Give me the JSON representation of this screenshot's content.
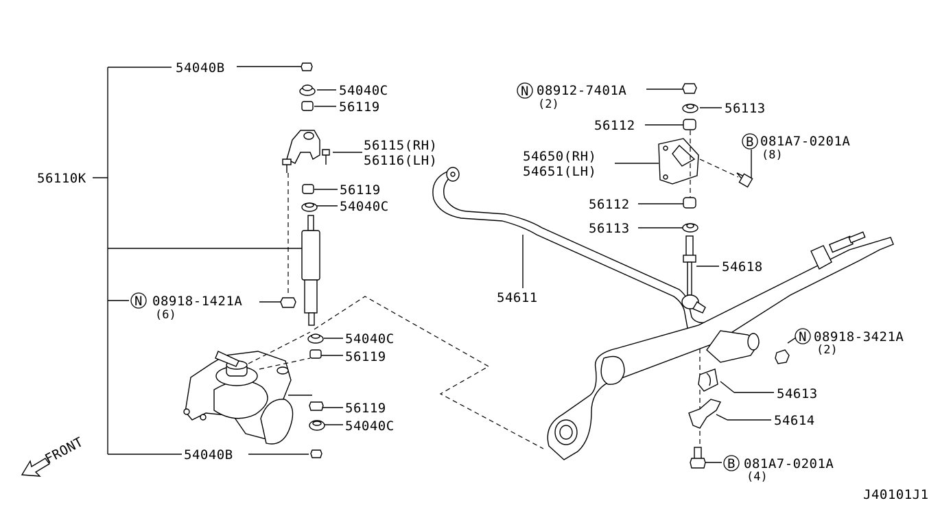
{
  "diagram_code": "J40101J1",
  "front_label": "FRONT",
  "labels": {
    "p54040B_top": "54040B",
    "p54040C_1": "54040C",
    "p56119_1": "56119",
    "p56115": "56115(RH)",
    "p56116": "56116(LH)",
    "p56110K": "56110K",
    "p56119_2": "56119",
    "p54040C_2": "54040C",
    "n08918_1421A": "08918-1421A",
    "n08918_1421A_qty": "(6)",
    "p54040C_3": "54040C",
    "p56119_3": "56119",
    "p56119_4": "56119",
    "p54040C_4": "54040C",
    "p54040B_bot": "54040B",
    "n08912_7401A": "08912-7401A",
    "n08912_7401A_qty": "(2)",
    "p56113_1": "56113",
    "p56112_1": "56112",
    "b081A7_top": "081A7-0201A",
    "b081A7_top_qty": "(8)",
    "p54650": "54650(RH)",
    "p54651": "54651(LH)",
    "p56112_2": "56112",
    "p56113_2": "56113",
    "p54618": "54618",
    "p54611": "54611",
    "n08918_3421A": "08918-3421A",
    "n08918_3421A_qty": "(2)",
    "p54613": "54613",
    "p54614": "54614",
    "b081A7_bot": "081A7-0201A",
    "b081A7_bot_qty": "(4)"
  },
  "prefix_symbols": {
    "n": "N",
    "b": "B"
  }
}
